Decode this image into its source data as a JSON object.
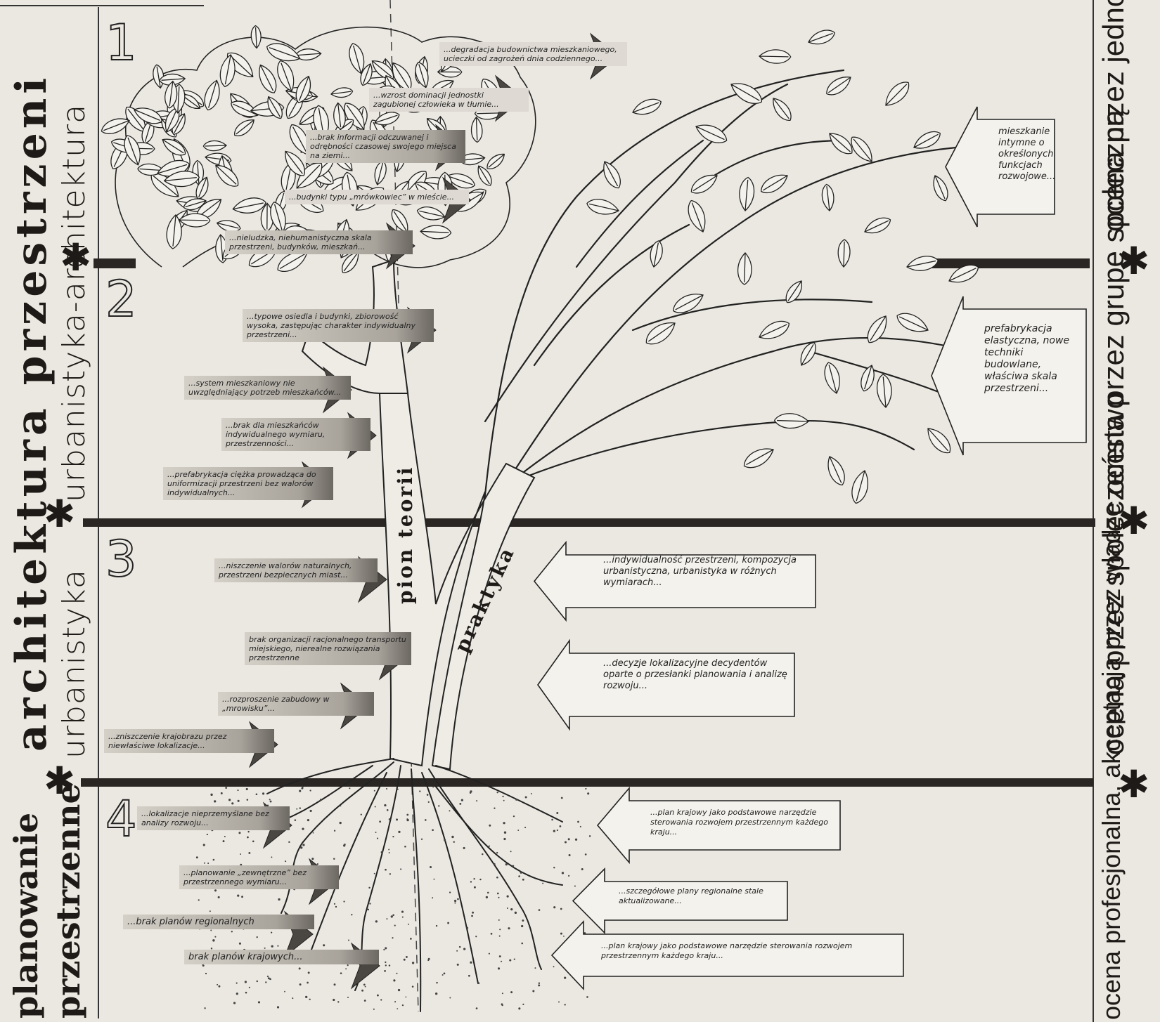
{
  "left_titles": {
    "main": "architektura przestrzeni",
    "planning_line1": "planowanie",
    "planning_line2": "przestrzenne",
    "sub_top": "urbanistyka-architektura",
    "sub_top_right": "architektura",
    "sub_mid": "urbanistyka"
  },
  "levels": [
    "1",
    "2",
    "3",
    "4"
  ],
  "right_labels": {
    "level1": "ocena przez jednostkę",
    "level2": "ocena przez grupę społeczną",
    "level3": "ocena przez społeczeństwo",
    "level4": "ocena profesjonalna, akceptacja przez władze"
  },
  "trunk_labels": {
    "theory": "pion teorii",
    "practice": "praktyka"
  },
  "left_notes": [
    "...degradacja budownictwa mieszkaniowego, ucieczki od zagrożeń dnia codziennego...",
    "...wzrost dominacji jednostki zagubionej człowieka w tłumie...",
    "...brak informacji odczuwanej i odrębności czasowej swojego miejsca na ziemi...",
    "...budynki typu „mrówkowiec” w mieście...",
    "...nieludzka, niehumanistyczna skala przestrzeni, budynków, mieszkań...",
    "...typowe osiedla i budynki, zbiorowość wysoka, zastępując charakter indywidualny przestrzeni...",
    "...system mieszkaniowy nie uwzględniający potrzeb mieszkańców...",
    "...brak dla mieszkańców indywidualnego wymiaru, przestrzenności...",
    "...prefabrykacja ciężka prowadząca do uniformizacji przestrzeni bez walorów indywidualnych...",
    "...niszczenie walorów naturalnych, przestrzeni bezpiecznych miast...",
    "brak organizacji racjonalnego transportu miejskiego, nierealne rozwiązania przestrzenne",
    "...rozproszenie zabudowy w „mrowisku”...",
    "...zniszczenie krajobrazu przez niewłaściwe lokalizacje...",
    "...lokalizacje nieprzemyślane bez analizy rozwoju...",
    "...planowanie „zewnętrzne” bez przestrzennego wymiaru...",
    "...brak planów regionalnych",
    "brak planów krajowych..."
  ],
  "right_notes": [
    "mieszkanie intymne o określonych funkcjach rozwojowe...",
    "prefabrykacja elastyczna, nowe techniki budowlane, właściwa skala przestrzeni...",
    "...indywidualność przestrzeni, kompozycja urbanistyczna, urbanistyka w różnych wymiarach...",
    "...decyzje lokalizacyjne decydentów oparte o przesłanki planowania i analizę rozwoju...",
    "...plan krajowy jako podstawowe narzędzie sterowania rozwojem przestrzennym każdego kraju...",
    "...szczegółowe plany regionalne stale aktualizowane...",
    "...plan krajowy jako podstawowe narzędzie sterowania rozwojem przestrzennym każdego kraju..."
  ],
  "star_symbol": "✱"
}
